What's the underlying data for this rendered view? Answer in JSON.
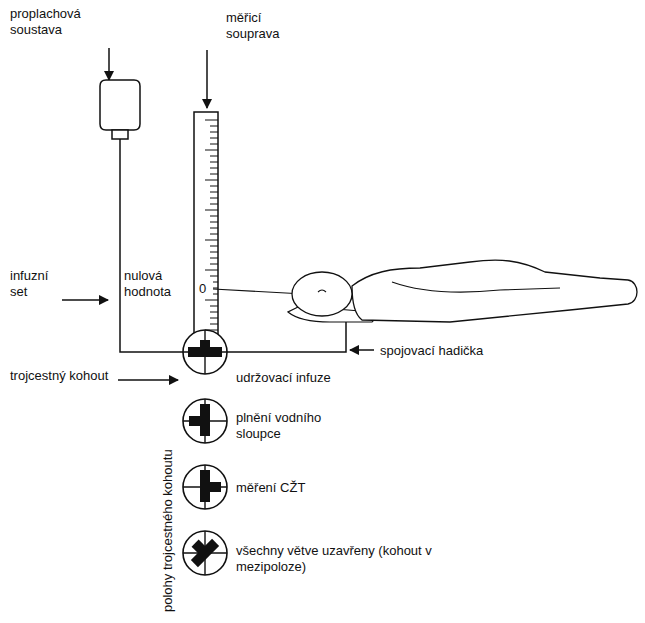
{
  "diagram": {
    "labels": [
      "proplachová soustava",
      "měřicí souprava",
      "infuzní set",
      "nulová hodnota",
      "0",
      "trojcestný kohout",
      "udržovací infuze",
      "spojovací hadička",
      "plnění vodního sloupce",
      "měření CŽT",
      "všechny větve uzavřeny (kohout v mezipoloze)",
      "polohy trojcestného kohoutu"
    ]
  }
}
